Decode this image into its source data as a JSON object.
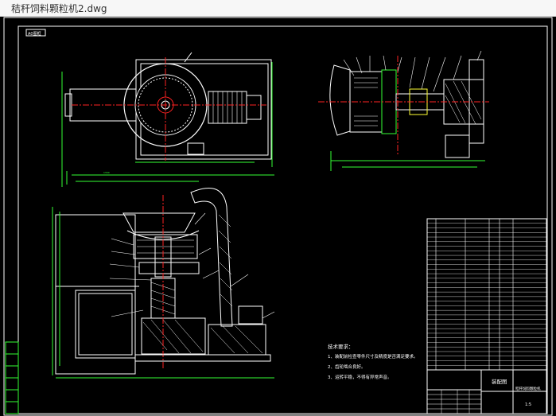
{
  "window": {
    "title": "秸秆饲料颗粒机2.dwg"
  },
  "drawing": {
    "background": "#000000",
    "frame_color": "#ffffff",
    "line_colors": {
      "green": "#33ff33",
      "red": "#ff2222",
      "yellow": "#ffff33",
      "cyan": "#33ffff",
      "white": "#ffffff"
    },
    "tech_requirements": [
      "技术要求：",
      "1、装配前检查零件尺寸及精度是否满足要求。",
      "2、齿轮啮合良好。",
      "3、运转平稳，不得有异常声音。"
    ],
    "parts_table_rows": 33,
    "title_block": {
      "name": "秸秆饲料颗粒机",
      "label": "装配图",
      "scale": "1:5"
    },
    "stamp_label": "A0图框"
  }
}
